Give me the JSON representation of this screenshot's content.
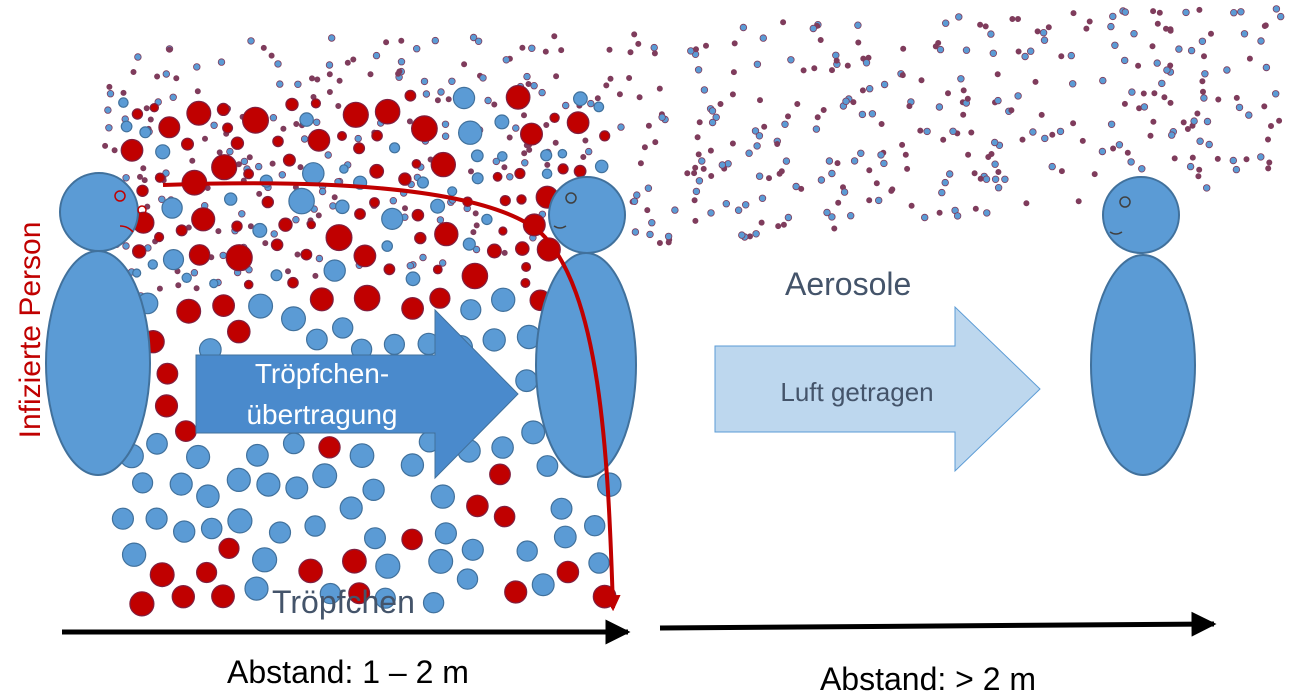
{
  "labels": {
    "infected_person": "Infizierte Person",
    "arrow_droplet_line1": "Tröpfchen-",
    "arrow_droplet_line2": "übertragung",
    "arrow_airborne": "Luft getragen",
    "aerosols": "Aerosole",
    "droplets": "Tröpfchen",
    "distance_near": "Abstand: 1 – 2 m",
    "distance_far": "Abstand: > 2 m"
  },
  "colors": {
    "person_fill": "#5b9bd5",
    "person_stroke": "#41719c",
    "droplet_red": "#c00000",
    "droplet_blue": "#5b9bd5",
    "aerosol_stroke": "#7f3c5c",
    "trajectory": "#c00000",
    "arrow_dark": "#4a8acc",
    "arrow_light": "#bdd7ee",
    "text_dark": "#44546a",
    "axis_arrow": "#000000"
  }
}
